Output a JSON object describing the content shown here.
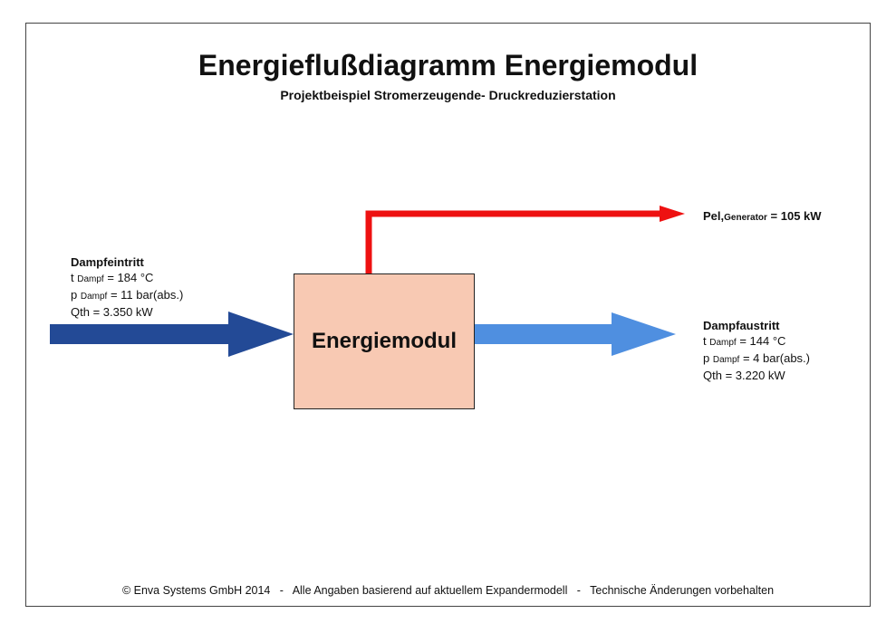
{
  "title": "Energieflußdiagramm Energiemodul",
  "subtitle": "Projektbeispiel Stromerzeugende- Druckreduzierstation",
  "module": {
    "label": "Energiemodul",
    "color": "#f8c9b3"
  },
  "inlet": {
    "heading": "Dampfeintritt",
    "t_symbol": "t",
    "t_sub": "Dampf",
    "t_value": "= 184 °C",
    "p_symbol": "p",
    "p_sub": "Dampf",
    "p_value": "= 11 bar(abs.)",
    "qth": "Qth = 3.350 kW",
    "arrow_color": "#234a96"
  },
  "outlet": {
    "heading": "Dampfaustritt",
    "t_symbol": "t",
    "t_sub": "Dampf",
    "t_value": "= 144 °C",
    "p_symbol": "p",
    "p_sub": "Dampf",
    "p_value": "= 4 bar(abs.)",
    "qth": "Qth = 3.220 kW",
    "arrow_color": "#4f8fe0"
  },
  "electric": {
    "label": "Pel,",
    "sub": "Generator",
    "value": " = 105 kW",
    "arrow_color": "#ee1111"
  },
  "footer": "© Enva Systems GmbH 2014   -   Alle Angaben basierend auf aktuellem Expandermodell   -   Technische Änderungen vorbehalten"
}
